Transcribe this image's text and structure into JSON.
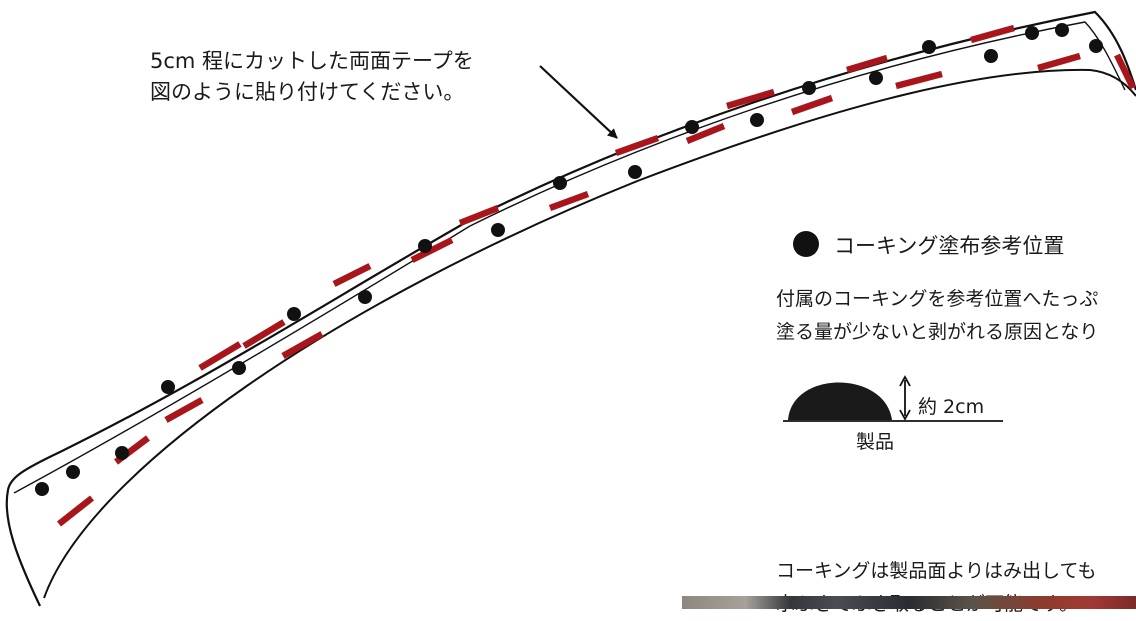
{
  "instruction": {
    "line1": "5cm 程にカットした両面テープを",
    "line2": "図のように貼り付けてください。"
  },
  "legend": {
    "label": "コーキング塗布参考位置"
  },
  "note_apply": {
    "line1": "付属のコーキングを参考位置へたっぷ",
    "line2": "塗る量が少ないと剥がれる原因となり"
  },
  "bead_figure": {
    "height_label": "約 2cm",
    "base_label": "製品"
  },
  "note_overflow": {
    "line1": "コーキングは製品面よりはみ出しても",
    "line2": "水ぶきでふき取ることが可能です。"
  },
  "colors": {
    "tape": "#a8161c",
    "caulk_dot": "#111111",
    "outline": "#111111"
  }
}
